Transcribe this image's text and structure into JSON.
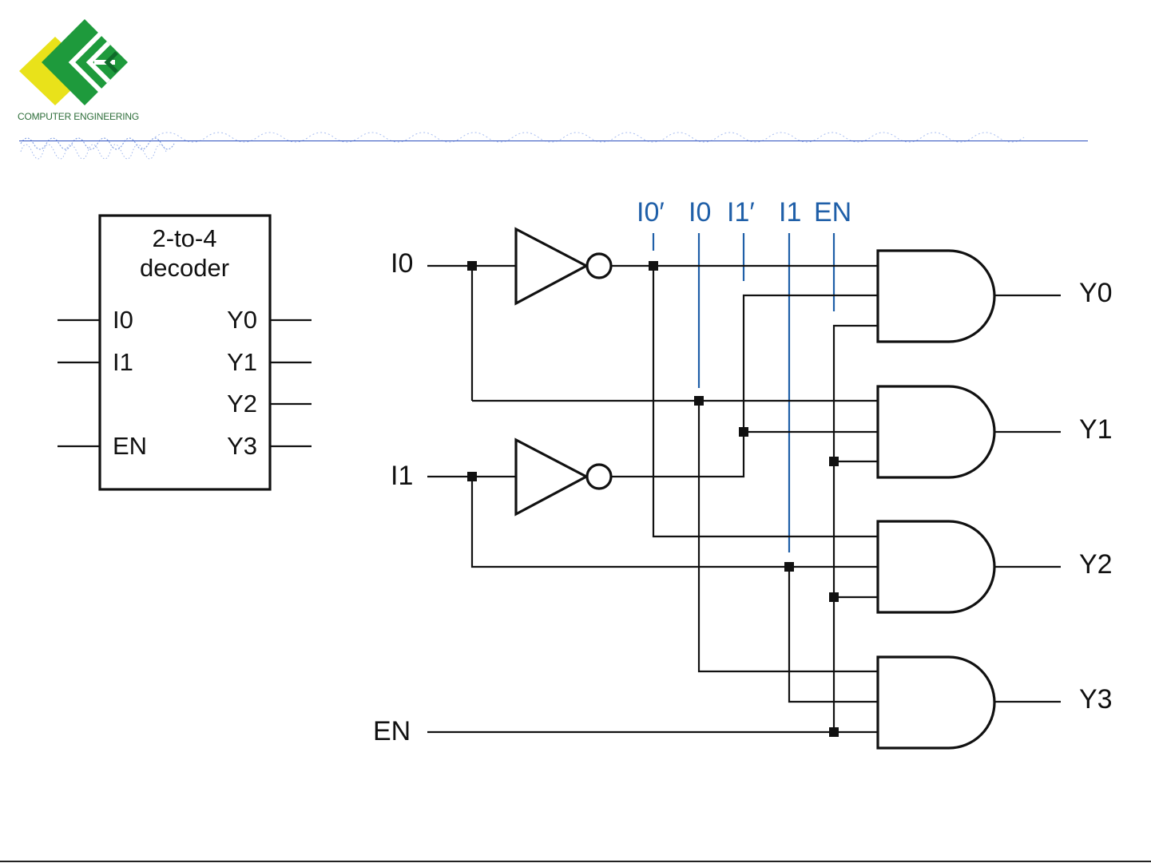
{
  "logo": {
    "caption": "COMPUTER ENGINEERING",
    "colors": {
      "green": "#1e9a3c",
      "dark_green": "#0f6b2a",
      "yellow": "#e9e21a"
    }
  },
  "accent_color": "#2d4fbf",
  "block": {
    "title_line1": "2-to-4",
    "title_line2": "decoder",
    "inputs": [
      "I0",
      "I1",
      "EN"
    ],
    "outputs": [
      "Y0",
      "Y1",
      "Y2",
      "Y3"
    ]
  },
  "circuit": {
    "inputs": [
      "I0",
      "I1",
      "EN"
    ],
    "bus_labels": [
      "I0′",
      "I0",
      "I1′",
      "I1",
      "EN"
    ],
    "outputs": [
      "Y0",
      "Y1",
      "Y2",
      "Y3"
    ],
    "bus_color": "#1f5fa8"
  }
}
